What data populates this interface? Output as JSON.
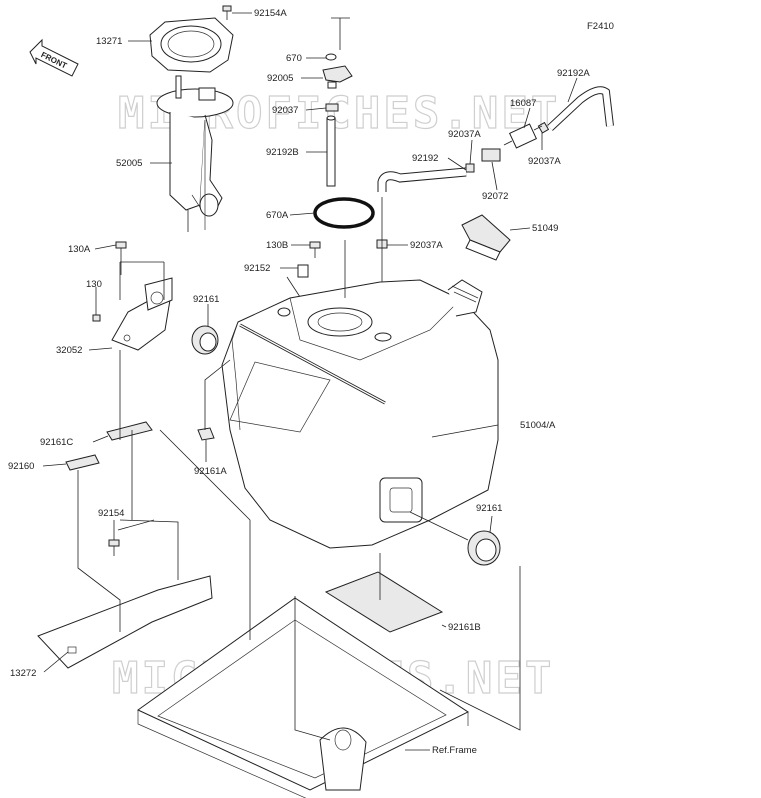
{
  "figure_code": "F2410",
  "front_marker": "FRONT",
  "watermark": "MICROFICHES.NET",
  "labels": {
    "p92154A": "92154A",
    "p13271": "13271",
    "p670": "670",
    "p92005": "92005",
    "p92037": "92037",
    "p92192B": "92192B",
    "p52005": "52005",
    "p670A": "670A",
    "p130B": "130B",
    "p92152": "92152",
    "p130A": "130A",
    "p130": "130",
    "p92161_top": "92161",
    "p32052": "32052",
    "p92192A": "92192A",
    "p16087": "16087",
    "p92037A_1": "92037A",
    "p92192": "92192",
    "p92037A_2": "92037A",
    "p92072": "92072",
    "p92037A_3": "92037A",
    "p51049": "51049",
    "p51004A": "51004/A",
    "p92161C": "92161C",
    "p92160": "92160",
    "p92161A": "92161A",
    "p92154": "92154",
    "p92161_right": "92161",
    "p92161B": "92161B",
    "p13272": "13272",
    "ref_frame": "Ref.Frame"
  },
  "colors": {
    "line": "#222222",
    "watermark": "#cfcfcf"
  }
}
